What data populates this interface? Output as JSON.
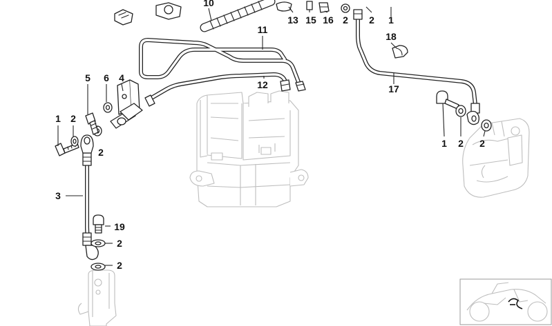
{
  "labels": {
    "l1a": "1",
    "l2a": "2",
    "l5": "5",
    "l6": "6",
    "l4": "4",
    "l2b": "2",
    "l3": "3",
    "l19": "19",
    "l2c": "2",
    "l2d": "2",
    "l10": "10",
    "l11": "11",
    "l12": "12",
    "l13": "13",
    "l15": "15",
    "l16": "16",
    "l2e": "2",
    "l2f": "2",
    "l1b": "1",
    "l18": "18",
    "l17": "17",
    "l1c": "1",
    "l2g": "2",
    "l2h": "2"
  }
}
